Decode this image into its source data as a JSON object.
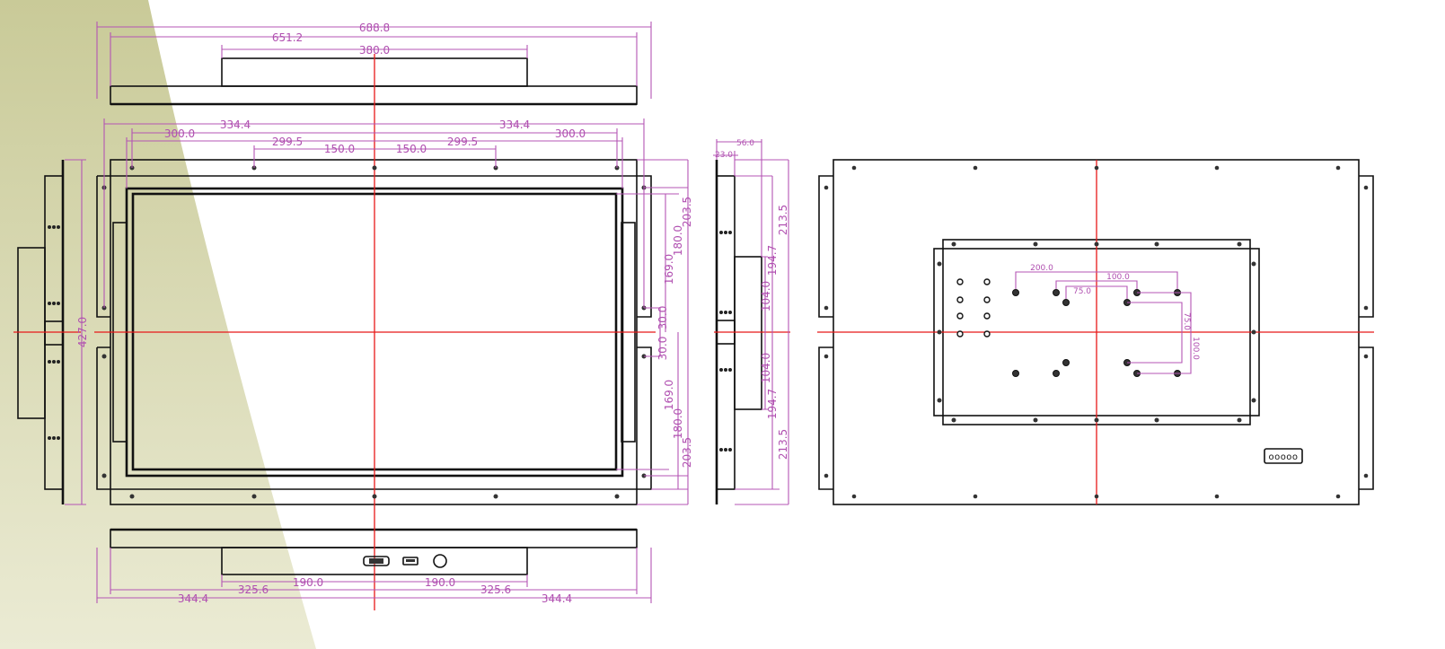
{
  "colors": {
    "dimension": "#b04fb0",
    "centerline": "#e81818",
    "outline": "#111111",
    "background_wedge": "#cfd0a4"
  },
  "top_view": {
    "overall_width": "688.8",
    "flange_width": "651.2",
    "back_box_width": "380.0"
  },
  "front_view": {
    "half_width_left": "334.4",
    "half_width_right": "334.4",
    "hole_span_left": "300.0",
    "hole_span_right": "300.0",
    "bezel_left": "299.5",
    "bezel_right": "299.5",
    "hole_pitch_left": "150.0",
    "hole_pitch_right": "150.0",
    "upper": {
      "a": "169.0",
      "b": "180.0",
      "c": "203.5",
      "gap": "30.0"
    },
    "lower": {
      "a": "169.0",
      "b": "180.0",
      "c": "203.5",
      "gap": "30.0"
    },
    "overall_height": "427.0"
  },
  "side_view": {
    "depth": "56.0",
    "frame_depth": "23.0",
    "upper_box": "104.0",
    "lower_box": "104.0",
    "upper_194": "194.7",
    "lower_194": "194.7",
    "upper_213": "213.5",
    "lower_213": "213.5"
  },
  "rear_view": {
    "vesa_200": "200.0",
    "vesa_100": "100.0",
    "vesa_75": "75.0",
    "vesa_v75": "75.0",
    "vesa_v100": "100.0",
    "button_panel": "ooooo"
  },
  "bottom_view": {
    "conn_left": "190.0",
    "conn_right": "190.0",
    "box_left": "325.6",
    "box_right": "325.6",
    "half_left": "344.4",
    "half_right": "344.4"
  }
}
